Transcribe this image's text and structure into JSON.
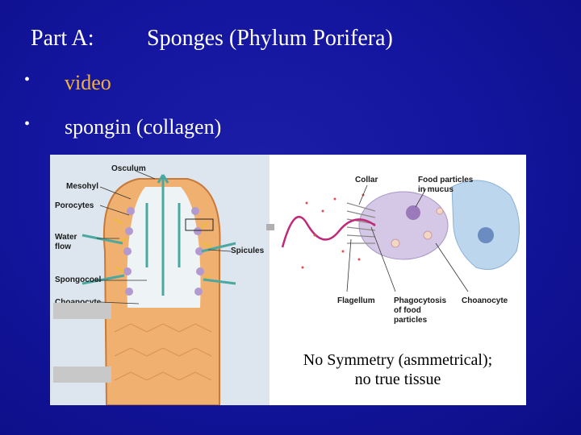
{
  "slide": {
    "title_part": "Part A:",
    "title_main": "Sponges (Phylum Porifera)",
    "bullets": [
      {
        "marker": "•",
        "text": "video",
        "color": "#f2b23a"
      },
      {
        "marker": "•",
        "text": "spongin (collagen)",
        "color": "#ffffff"
      }
    ]
  },
  "figure": {
    "left_labels": [
      "Osculum",
      "Mesohyl",
      "Porocytes",
      "Water",
      "flow",
      "Spicules",
      "Spongocoel",
      "Choanocyte"
    ],
    "right_labels": [
      "Collar",
      "Food particles",
      "in mucus",
      "Flagellum",
      "Phagocytosis",
      "of food",
      "particles",
      "Choanocyte"
    ],
    "caption_line1": "No Symmetry (asmmetrical);",
    "caption_line2": "no true tissue"
  }
}
